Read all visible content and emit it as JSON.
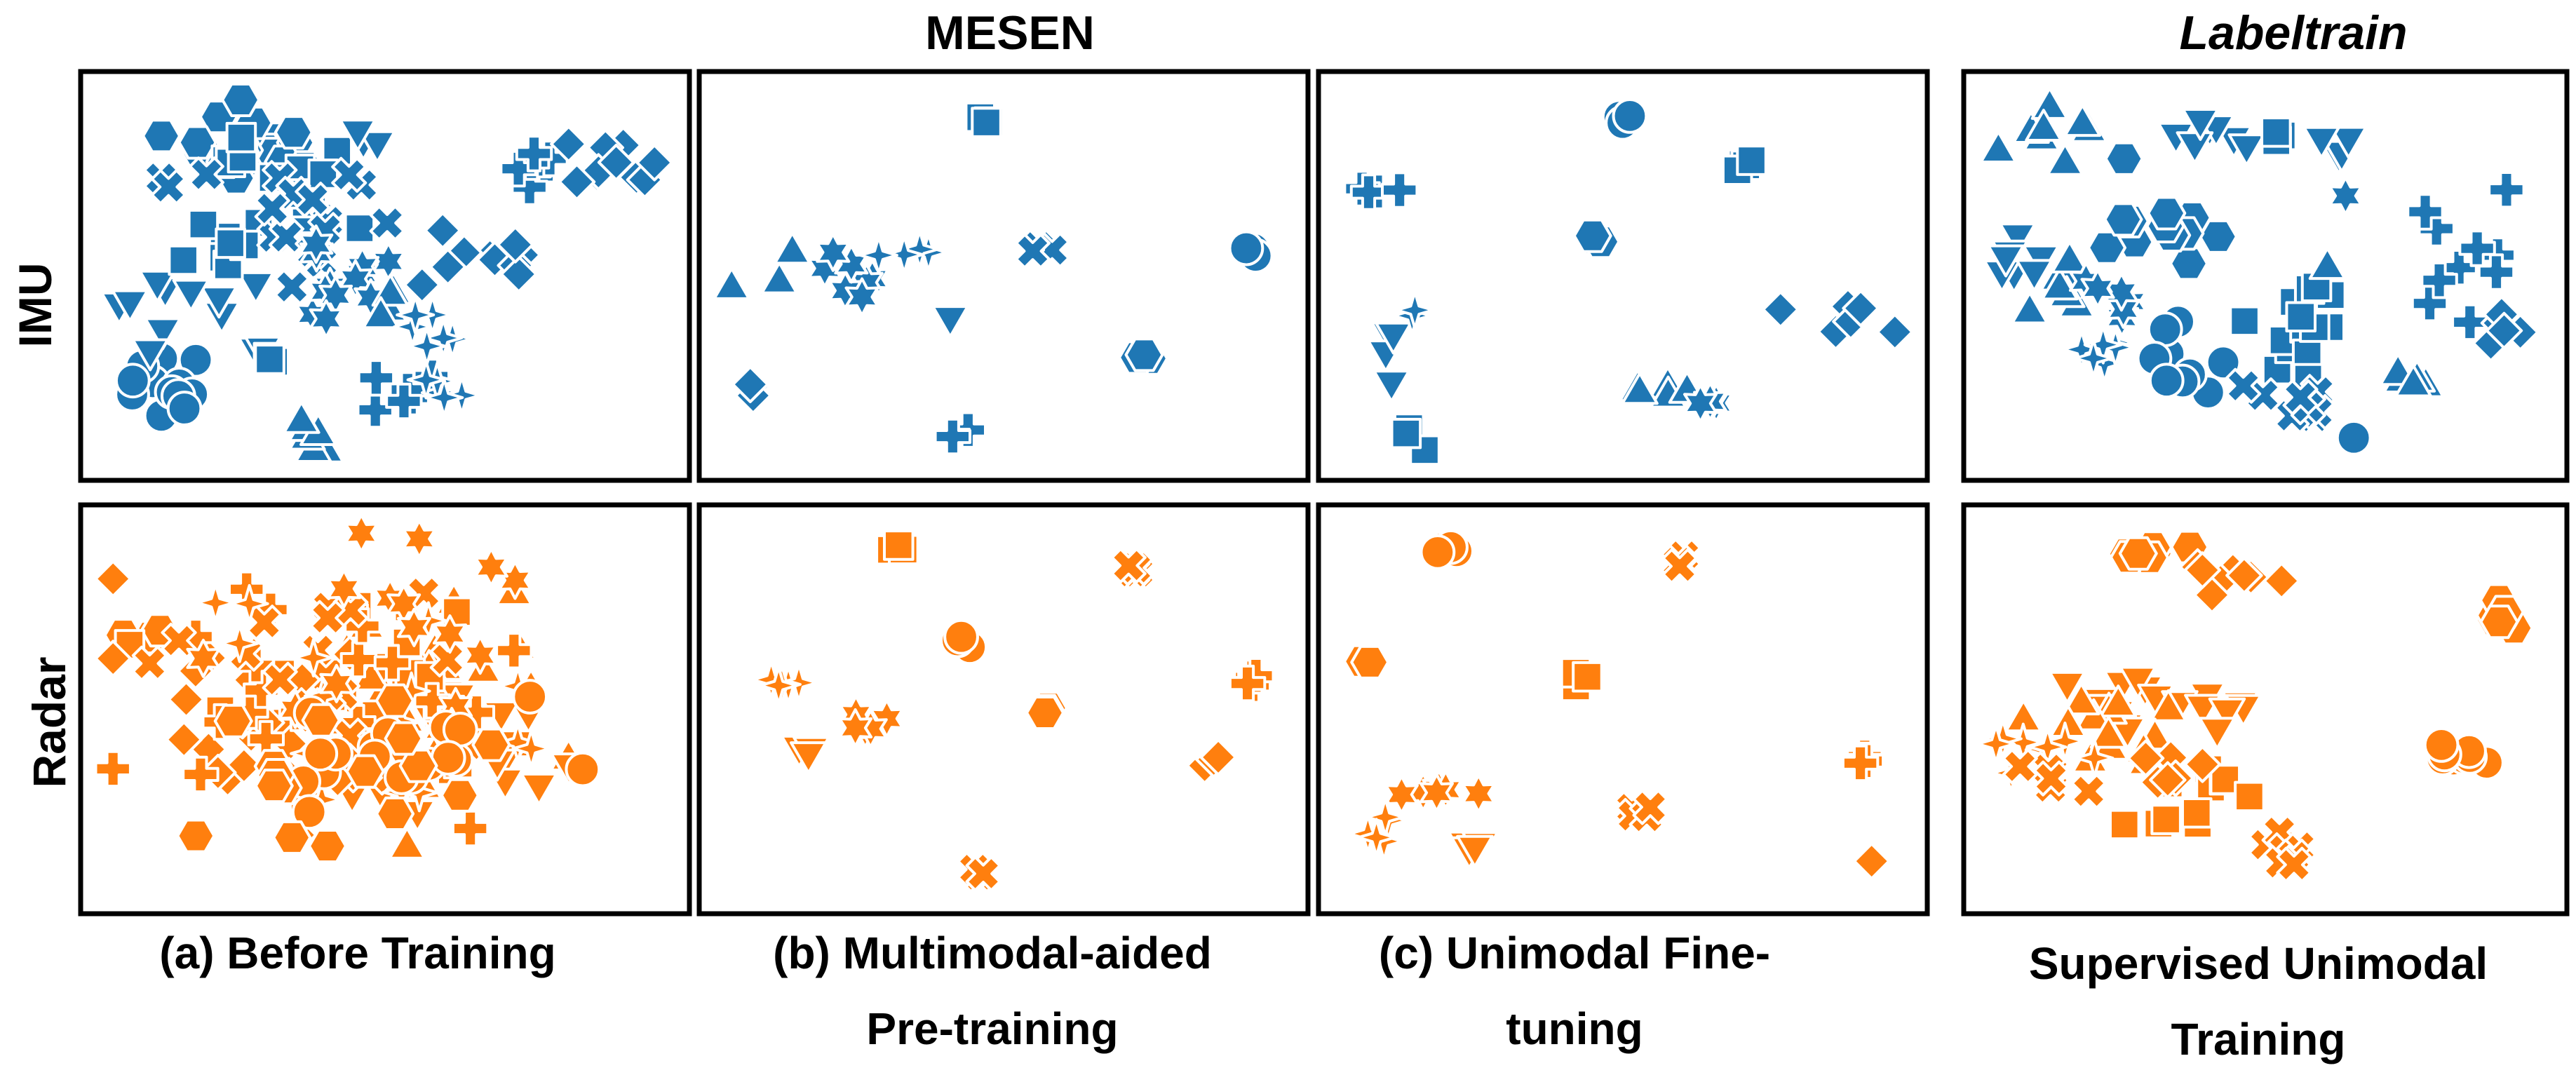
{
  "figure": {
    "group_titles": {
      "mesen": "MESEN",
      "labeltrain": "Labeltrain"
    },
    "row_labels": {
      "imu": "IMU",
      "radar": "Radar"
    },
    "captions": {
      "a": "(a) Before Training",
      "b1": "(b) Multimodal-aided",
      "b2": "Pre-training",
      "c1": "(c) Unimodal Fine-",
      "c2": "tuning",
      "d1": "Supervised Unimodal",
      "d2": "Training"
    },
    "colors": {
      "imu": "#1f77b4",
      "radar": "#ff7f0e",
      "frame": "#000000"
    }
  },
  "chart_data": {
    "type": "scatter",
    "description_units": "t-SNE embedding, normalized axes 0-1, axes hidden",
    "markers": [
      "circle",
      "square",
      "hexagon",
      "triangle-up",
      "triangle-down",
      "diamond",
      "plus",
      "x",
      "star6",
      "star4"
    ],
    "panels": [
      {
        "id": "imu-before",
        "row": "IMU",
        "column": "(a) Before Training",
        "color": "#1f77b4",
        "clusters": [
          {
            "marker": "hexagon",
            "cx": 0.27,
            "cy": 0.15,
            "sx": 0.08,
            "sy": 0.06,
            "n": 20
          },
          {
            "marker": "circle",
            "cx": 0.12,
            "cy": 0.8,
            "sx": 0.04,
            "sy": 0.04,
            "n": 12
          },
          {
            "marker": "triangle-down",
            "cx": 0.17,
            "cy": 0.58,
            "sx": 0.07,
            "sy": 0.08,
            "n": 12
          },
          {
            "marker": "square",
            "cx": 0.38,
            "cy": 0.28,
            "sx": 0.05,
            "sy": 0.06,
            "n": 12
          },
          {
            "marker": "square",
            "cx": 0.18,
            "cy": 0.42,
            "sx": 0.05,
            "sy": 0.04,
            "n": 8
          },
          {
            "marker": "x",
            "cx": 0.38,
            "cy": 0.33,
            "sx": 0.07,
            "sy": 0.08,
            "n": 14
          },
          {
            "marker": "star6",
            "cx": 0.4,
            "cy": 0.5,
            "sx": 0.05,
            "sy": 0.07,
            "n": 12
          },
          {
            "marker": "plus",
            "cx": 0.77,
            "cy": 0.2,
            "sx": 0.02,
            "sy": 0.03,
            "n": 8
          },
          {
            "marker": "plus",
            "cx": 0.53,
            "cy": 0.8,
            "sx": 0.04,
            "sy": 0.03,
            "n": 6
          },
          {
            "marker": "diamond",
            "cx": 0.9,
            "cy": 0.2,
            "sx": 0.04,
            "sy": 0.04,
            "n": 10
          },
          {
            "marker": "diamond",
            "cx": 0.68,
            "cy": 0.46,
            "sx": 0.05,
            "sy": 0.06,
            "n": 12
          },
          {
            "marker": "triangle-up",
            "cx": 0.35,
            "cy": 0.95,
            "sx": 0.03,
            "sy": 0.03,
            "n": 7
          },
          {
            "marker": "triangle-up",
            "cx": 0.5,
            "cy": 0.58,
            "sx": 0.02,
            "sy": 0.03,
            "n": 4
          },
          {
            "marker": "star4",
            "cx": 0.58,
            "cy": 0.65,
            "sx": 0.03,
            "sy": 0.04,
            "n": 6
          },
          {
            "marker": "star4",
            "cx": 0.6,
            "cy": 0.82,
            "sx": 0.03,
            "sy": 0.03,
            "n": 6
          },
          {
            "marker": "square",
            "cx": 0.3,
            "cy": 0.73,
            "sx": 0.02,
            "sy": 0.02,
            "n": 3
          },
          {
            "marker": "square",
            "cx": 0.25,
            "cy": 0.16,
            "sx": 0.03,
            "sy": 0.03,
            "n": 4
          },
          {
            "marker": "triangle-down",
            "cx": 0.48,
            "cy": 0.12,
            "sx": 0.02,
            "sy": 0.02,
            "n": 3
          },
          {
            "marker": "x",
            "cx": 0.17,
            "cy": 0.25,
            "sx": 0.03,
            "sy": 0.02,
            "n": 3
          }
        ]
      },
      {
        "id": "imu-pretrain",
        "row": "IMU",
        "column": "(b) Multimodal-aided Pre-training",
        "color": "#1f77b4",
        "clusters": [
          {
            "marker": "square",
            "cx": 0.47,
            "cy": 0.08,
            "sx": 0.01,
            "sy": 0.01,
            "n": 4
          },
          {
            "marker": "circle",
            "cx": 0.93,
            "cy": 0.43,
            "sx": 0.01,
            "sy": 0.01,
            "n": 3
          },
          {
            "marker": "x",
            "cx": 0.56,
            "cy": 0.43,
            "sx": 0.015,
            "sy": 0.01,
            "n": 4
          },
          {
            "marker": "triangle-up",
            "cx": 0.1,
            "cy": 0.5,
            "sx": 0.03,
            "sy": 0.03,
            "n": 5
          },
          {
            "marker": "star6",
            "cx": 0.24,
            "cy": 0.52,
            "sx": 0.04,
            "sy": 0.04,
            "n": 7
          },
          {
            "marker": "star4",
            "cx": 0.3,
            "cy": 0.44,
            "sx": 0.03,
            "sy": 0.01,
            "n": 4
          },
          {
            "marker": "triangle-down",
            "cx": 0.41,
            "cy": 0.62,
            "sx": 0.004,
            "sy": 0.004,
            "n": 1
          },
          {
            "marker": "hexagon",
            "cx": 0.75,
            "cy": 0.72,
            "sx": 0.01,
            "sy": 0.01,
            "n": 3
          },
          {
            "marker": "diamond",
            "cx": 0.05,
            "cy": 0.78,
            "sx": 0.01,
            "sy": 0.02,
            "n": 3
          },
          {
            "marker": "plus",
            "cx": 0.41,
            "cy": 0.94,
            "sx": 0.01,
            "sy": 0.01,
            "n": 3
          }
        ]
      },
      {
        "id": "imu-finetune",
        "row": "IMU",
        "column": "(c) Unimodal Fine-tuning",
        "color": "#1f77b4",
        "clusters": [
          {
            "marker": "circle",
            "cx": 0.5,
            "cy": 0.06,
            "sx": 0.01,
            "sy": 0.01,
            "n": 3
          },
          {
            "marker": "square",
            "cx": 0.72,
            "cy": 0.2,
            "sx": 0.01,
            "sy": 0.01,
            "n": 4
          },
          {
            "marker": "plus",
            "cx": 0.07,
            "cy": 0.27,
            "sx": 0.02,
            "sy": 0.01,
            "n": 4
          },
          {
            "marker": "hexagon",
            "cx": 0.45,
            "cy": 0.4,
            "sx": 0.01,
            "sy": 0.01,
            "n": 3
          },
          {
            "marker": "diamond",
            "cx": 0.88,
            "cy": 0.62,
            "sx": 0.05,
            "sy": 0.04,
            "n": 7
          },
          {
            "marker": "triangle-up",
            "cx": 0.53,
            "cy": 0.82,
            "sx": 0.03,
            "sy": 0.01,
            "n": 5
          },
          {
            "marker": "star6",
            "cx": 0.66,
            "cy": 0.84,
            "sx": 0.03,
            "sy": 0.01,
            "n": 5
          },
          {
            "marker": "triangle-down",
            "cx": 0.09,
            "cy": 0.7,
            "sx": 0.01,
            "sy": 0.05,
            "n": 4
          },
          {
            "marker": "star4",
            "cx": 0.13,
            "cy": 0.6,
            "sx": 0.01,
            "sy": 0.01,
            "n": 2
          },
          {
            "marker": "square",
            "cx": 0.13,
            "cy": 0.94,
            "sx": 0.01,
            "sy": 0.02,
            "n": 3
          }
        ]
      },
      {
        "id": "imu-supervised",
        "row": "IMU",
        "column": "Supervised Unimodal Training",
        "color": "#1f77b4",
        "clusters": [
          {
            "marker": "triangle-up",
            "cx": 0.14,
            "cy": 0.15,
            "sx": 0.04,
            "sy": 0.05,
            "n": 8
          },
          {
            "marker": "triangle-down",
            "cx": 0.4,
            "cy": 0.13,
            "sx": 0.04,
            "sy": 0.04,
            "n": 7
          },
          {
            "marker": "triangle-down",
            "cx": 0.64,
            "cy": 0.13,
            "sx": 0.02,
            "sy": 0.02,
            "n": 4
          },
          {
            "marker": "hexagon",
            "cx": 0.31,
            "cy": 0.35,
            "sx": 0.06,
            "sy": 0.05,
            "n": 12
          },
          {
            "marker": "triangle-down",
            "cx": 0.06,
            "cy": 0.46,
            "sx": 0.03,
            "sy": 0.06,
            "n": 7
          },
          {
            "marker": "triangle-up",
            "cx": 0.15,
            "cy": 0.55,
            "sx": 0.04,
            "sy": 0.04,
            "n": 7
          },
          {
            "marker": "circle",
            "cx": 0.36,
            "cy": 0.73,
            "sx": 0.04,
            "sy": 0.04,
            "n": 10
          },
          {
            "marker": "square",
            "cx": 0.56,
            "cy": 0.64,
            "sx": 0.06,
            "sy": 0.06,
            "n": 16
          },
          {
            "marker": "plus",
            "cx": 0.84,
            "cy": 0.47,
            "sx": 0.04,
            "sy": 0.08,
            "n": 10
          },
          {
            "marker": "star4",
            "cx": 0.2,
            "cy": 0.66,
            "sx": 0.05,
            "sy": 0.04,
            "n": 7
          },
          {
            "marker": "star6",
            "cx": 0.26,
            "cy": 0.57,
            "sx": 0.04,
            "sy": 0.03,
            "n": 6
          },
          {
            "marker": "x",
            "cx": 0.54,
            "cy": 0.83,
            "sx": 0.05,
            "sy": 0.05,
            "n": 8
          },
          {
            "marker": "triangle-up",
            "cx": 0.75,
            "cy": 0.8,
            "sx": 0.03,
            "sy": 0.03,
            "n": 5
          },
          {
            "marker": "diamond",
            "cx": 0.93,
            "cy": 0.65,
            "sx": 0.02,
            "sy": 0.04,
            "n": 5
          },
          {
            "marker": "circle",
            "cx": 0.66,
            "cy": 0.94,
            "sx": 0.004,
            "sy": 0.004,
            "n": 1
          },
          {
            "marker": "triangle-up",
            "cx": 0.61,
            "cy": 0.48,
            "sx": 0.004,
            "sy": 0.004,
            "n": 1
          },
          {
            "marker": "star6",
            "cx": 0.64,
            "cy": 0.28,
            "sx": 0.004,
            "sy": 0.004,
            "n": 1
          },
          {
            "marker": "square",
            "cx": 0.52,
            "cy": 0.13,
            "sx": 0.01,
            "sy": 0.02,
            "n": 3
          }
        ]
      },
      {
        "id": "radar-before",
        "row": "Radar",
        "column": "(a) Before Training",
        "color": "#ff7f0e",
        "clusters": [
          {
            "marker": "hexagon",
            "cx": 0.08,
            "cy": 0.3,
            "sx": 0.02,
            "sy": 0.03,
            "n": 4
          },
          {
            "marker": "triangle-up",
            "cx": 0.6,
            "cy": 0.42,
            "sx": 0.14,
            "sy": 0.14,
            "n": 24
          },
          {
            "marker": "triangle-down",
            "cx": 0.62,
            "cy": 0.55,
            "sx": 0.13,
            "sy": 0.12,
            "n": 22
          },
          {
            "marker": "square",
            "cx": 0.42,
            "cy": 0.45,
            "sx": 0.14,
            "sy": 0.14,
            "n": 22
          },
          {
            "marker": "diamond",
            "cx": 0.3,
            "cy": 0.5,
            "sx": 0.15,
            "sy": 0.14,
            "n": 24
          },
          {
            "marker": "plus",
            "cx": 0.45,
            "cy": 0.48,
            "sx": 0.18,
            "sy": 0.18,
            "n": 24
          },
          {
            "marker": "x",
            "cx": 0.42,
            "cy": 0.4,
            "sx": 0.15,
            "sy": 0.12,
            "n": 18
          },
          {
            "marker": "star4",
            "cx": 0.5,
            "cy": 0.52,
            "sx": 0.18,
            "sy": 0.15,
            "n": 18
          },
          {
            "marker": "star6",
            "cx": 0.55,
            "cy": 0.35,
            "sx": 0.16,
            "sy": 0.13,
            "n": 16
          },
          {
            "marker": "circle",
            "cx": 0.47,
            "cy": 0.6,
            "sx": 0.12,
            "sy": 0.08,
            "n": 18
          },
          {
            "marker": "hexagon",
            "cx": 0.42,
            "cy": 0.7,
            "sx": 0.16,
            "sy": 0.1,
            "n": 16
          }
        ]
      },
      {
        "id": "radar-pretrain",
        "row": "Radar",
        "column": "(b) Multimodal-aided Pre-training",
        "color": "#ff7f0e",
        "clusters": [
          {
            "marker": "square",
            "cx": 0.3,
            "cy": 0.06,
            "sx": 0.01,
            "sy": 0.01,
            "n": 4
          },
          {
            "marker": "x",
            "cx": 0.73,
            "cy": 0.12,
            "sx": 0.01,
            "sy": 0.01,
            "n": 4
          },
          {
            "marker": "circle",
            "cx": 0.42,
            "cy": 0.31,
            "sx": 0.01,
            "sy": 0.01,
            "n": 3
          },
          {
            "marker": "plus",
            "cx": 0.94,
            "cy": 0.42,
            "sx": 0.01,
            "sy": 0.01,
            "n": 4
          },
          {
            "marker": "star4",
            "cx": 0.1,
            "cy": 0.43,
            "sx": 0.03,
            "sy": 0.01,
            "n": 5
          },
          {
            "marker": "star6",
            "cx": 0.25,
            "cy": 0.52,
            "sx": 0.03,
            "sy": 0.02,
            "n": 5
          },
          {
            "marker": "hexagon",
            "cx": 0.57,
            "cy": 0.5,
            "sx": 0.01,
            "sy": 0.01,
            "n": 3
          },
          {
            "marker": "triangle-down",
            "cx": 0.16,
            "cy": 0.6,
            "sx": 0.01,
            "sy": 0.02,
            "n": 3
          },
          {
            "marker": "diamond",
            "cx": 0.86,
            "cy": 0.64,
            "sx": 0.01,
            "sy": 0.01,
            "n": 3
          },
          {
            "marker": "x",
            "cx": 0.47,
            "cy": 0.94,
            "sx": 0.01,
            "sy": 0.01,
            "n": 3
          }
        ]
      },
      {
        "id": "radar-finetune",
        "row": "Radar",
        "column": "(c) Unimodal Fine-tuning",
        "color": "#ff7f0e",
        "clusters": [
          {
            "marker": "circle",
            "cx": 0.19,
            "cy": 0.06,
            "sx": 0.01,
            "sy": 0.01,
            "n": 4
          },
          {
            "marker": "x",
            "cx": 0.6,
            "cy": 0.1,
            "sx": 0.01,
            "sy": 0.01,
            "n": 4
          },
          {
            "marker": "hexagon",
            "cx": 0.05,
            "cy": 0.37,
            "sx": 0.01,
            "sy": 0.01,
            "n": 3
          },
          {
            "marker": "square",
            "cx": 0.42,
            "cy": 0.42,
            "sx": 0.01,
            "sy": 0.02,
            "n": 4
          },
          {
            "marker": "plus",
            "cx": 0.93,
            "cy": 0.63,
            "sx": 0.01,
            "sy": 0.02,
            "n": 4
          },
          {
            "marker": "star6",
            "cx": 0.16,
            "cy": 0.73,
            "sx": 0.05,
            "sy": 0.02,
            "n": 7
          },
          {
            "marker": "star4",
            "cx": 0.07,
            "cy": 0.82,
            "sx": 0.02,
            "sy": 0.03,
            "n": 5
          },
          {
            "marker": "triangle-down",
            "cx": 0.24,
            "cy": 0.87,
            "sx": 0.02,
            "sy": 0.01,
            "n": 4
          },
          {
            "marker": "x",
            "cx": 0.55,
            "cy": 0.78,
            "sx": 0.02,
            "sy": 0.01,
            "n": 4
          },
          {
            "marker": "diamond",
            "cx": 0.94,
            "cy": 0.92,
            "sx": 0.004,
            "sy": 0.004,
            "n": 1
          }
        ]
      },
      {
        "id": "radar-supervised",
        "row": "Radar",
        "column": "Supervised Unimodal Training",
        "color": "#ff7f0e",
        "clusters": [
          {
            "marker": "hexagon",
            "cx": 0.28,
            "cy": 0.07,
            "sx": 0.04,
            "sy": 0.02,
            "n": 8
          },
          {
            "marker": "diamond",
            "cx": 0.45,
            "cy": 0.16,
            "sx": 0.05,
            "sy": 0.03,
            "n": 8
          },
          {
            "marker": "hexagon",
            "cx": 0.92,
            "cy": 0.26,
            "sx": 0.02,
            "sy": 0.02,
            "n": 6
          },
          {
            "marker": "circle",
            "cx": 0.85,
            "cy": 0.63,
            "sx": 0.03,
            "sy": 0.02,
            "n": 8
          },
          {
            "marker": "triangle-down",
            "cx": 0.26,
            "cy": 0.42,
            "sx": 0.06,
            "sy": 0.07,
            "n": 10
          },
          {
            "marker": "triangle-down",
            "cx": 0.38,
            "cy": 0.48,
            "sx": 0.06,
            "sy": 0.04,
            "n": 8
          },
          {
            "marker": "triangle-up",
            "cx": 0.22,
            "cy": 0.58,
            "sx": 0.07,
            "sy": 0.08,
            "n": 14
          },
          {
            "marker": "star4",
            "cx": 0.1,
            "cy": 0.63,
            "sx": 0.04,
            "sy": 0.03,
            "n": 8
          },
          {
            "marker": "x",
            "cx": 0.12,
            "cy": 0.7,
            "sx": 0.03,
            "sy": 0.03,
            "n": 6
          },
          {
            "marker": "square",
            "cx": 0.38,
            "cy": 0.76,
            "sx": 0.05,
            "sy": 0.05,
            "n": 12
          },
          {
            "marker": "diamond",
            "cx": 0.33,
            "cy": 0.66,
            "sx": 0.04,
            "sy": 0.03,
            "n": 6
          },
          {
            "marker": "x",
            "cx": 0.51,
            "cy": 0.88,
            "sx": 0.04,
            "sy": 0.04,
            "n": 8
          }
        ]
      }
    ]
  }
}
